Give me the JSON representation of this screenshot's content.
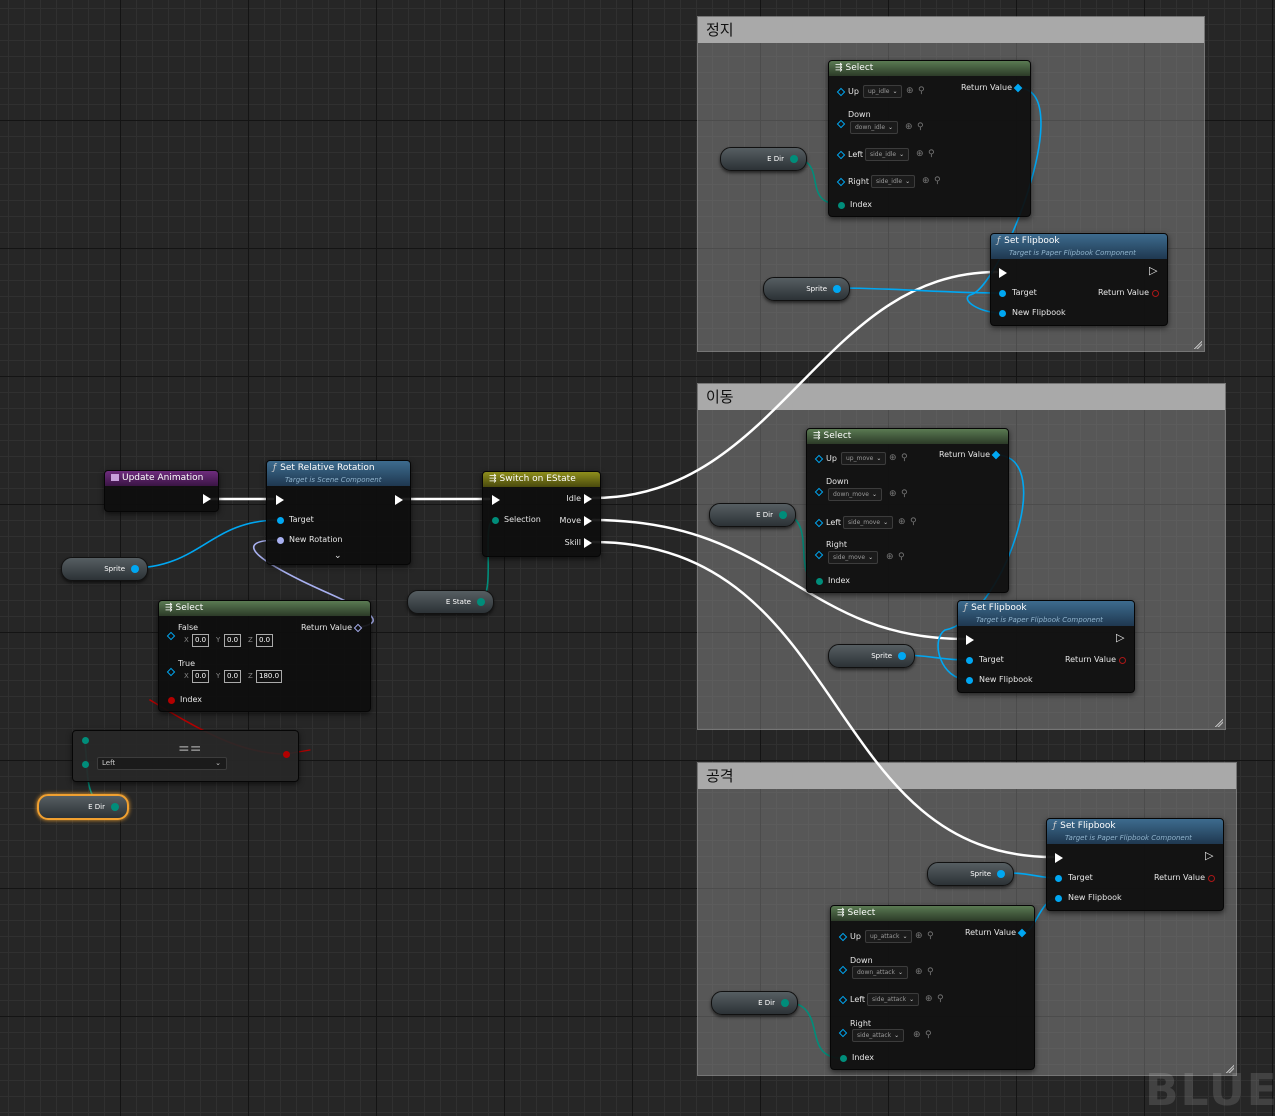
{
  "comments": [
    {
      "title": "정지"
    },
    {
      "title": "이동"
    },
    {
      "title": "공격"
    }
  ],
  "event_node": {
    "title": "Update Animation"
  },
  "set_relative_rotation": {
    "title": "Set Relative Rotation",
    "subtitle": "Target is Scene Component",
    "target_label": "Target",
    "new_rotation_label": "New Rotation"
  },
  "switch_node": {
    "title": "Switch on EState",
    "selection_label": "Selection",
    "outputs": [
      "Idle",
      "Move",
      "Skill"
    ]
  },
  "rotation_select": {
    "title": "Select",
    "false_label": "False",
    "true_label": "True",
    "return_label": "Return Value",
    "index_label": "Index",
    "false_values": {
      "x": "0.0",
      "y": "0.0",
      "z": "0.0"
    },
    "true_values": {
      "x": "0.0",
      "y": "0.0",
      "z": "180.0"
    },
    "axis_labels": {
      "x": "X",
      "y": "Y",
      "z": "Z"
    }
  },
  "equal_node": {
    "symbol": "==",
    "enum_value": "Left"
  },
  "variables": {
    "sprite": "Sprite",
    "e_dir": "E Dir",
    "e_state": "E State"
  },
  "select_idle": {
    "title": "Select",
    "return_label": "Return Value",
    "index_label": "Index",
    "rows": [
      {
        "label": "Up",
        "value": "up_idle"
      },
      {
        "label": "Down",
        "value": "down_idle"
      },
      {
        "label": "Left",
        "value": "side_idle"
      },
      {
        "label": "Right",
        "value": "side_idle"
      }
    ]
  },
  "select_move": {
    "title": "Select",
    "return_label": "Return Value",
    "index_label": "Index",
    "rows": [
      {
        "label": "Up",
        "value": "up_move"
      },
      {
        "label": "Down",
        "value": "down_move"
      },
      {
        "label": "Left",
        "value": "side_move"
      },
      {
        "label": "Right",
        "value": "side_move"
      }
    ]
  },
  "select_attack": {
    "title": "Select",
    "return_label": "Return Value",
    "index_label": "Index",
    "rows": [
      {
        "label": "Up",
        "value": "up_attack"
      },
      {
        "label": "Down",
        "value": "down_attack"
      },
      {
        "label": "Left",
        "value": "side_attack"
      },
      {
        "label": "Right",
        "value": "side_attack"
      }
    ]
  },
  "set_flipbook": {
    "title": "Set Flipbook",
    "subtitle": "Target is Paper Flipbook Component",
    "target_label": "Target",
    "new_flipbook_label": "New Flipbook",
    "return_label": "Return Value"
  },
  "watermark": "BLUE",
  "colors": {
    "exec": "#ffffff",
    "object": "#00a7f2",
    "enum": "#008d7a",
    "bool": "#b30000",
    "rotator": "#a8b0f0",
    "comment": "#a9a9a9"
  }
}
